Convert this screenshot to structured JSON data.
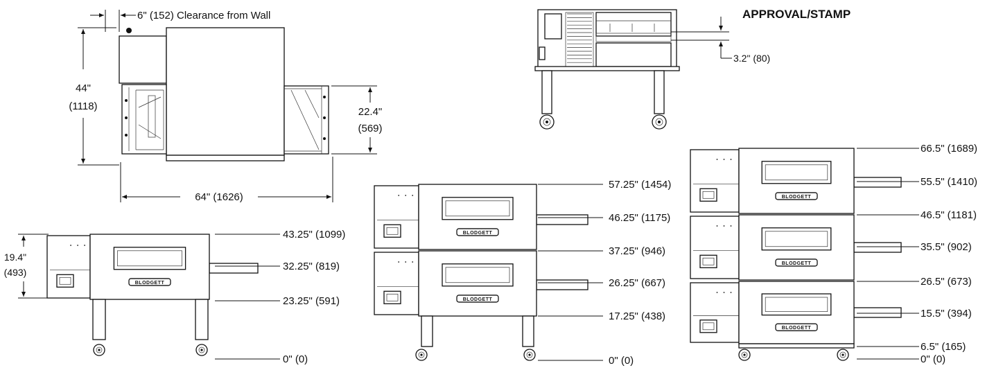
{
  "stamp_label": "APPROVAL/STAMP",
  "clearance": "6\" (152) Clearance from Wall",
  "top_view": {
    "height_in": "44\"",
    "height_mm": "(1118)",
    "belt_in": "22.4\"",
    "belt_mm": "(569)",
    "length": "64\" (1626)"
  },
  "front_view": {
    "belt_gap": "3.2\" (80)"
  },
  "brand": "BLODGETT",
  "single": {
    "side_in": "19.4\"",
    "side_mm": "(493)",
    "marks": [
      "43.25\" (1099)",
      "32.25\" (819)",
      "23.25\" (591)",
      "0\" (0)"
    ]
  },
  "double": {
    "marks": [
      "57.25\" (1454)",
      "46.25\" (1175)",
      "37.25\" (946)",
      "26.25\" (667)",
      "17.25\" (438)",
      "0\" (0)"
    ]
  },
  "triple": {
    "marks": [
      "66.5\" (1689)",
      "55.5\" (1410)",
      "46.5\" (1181)",
      "35.5\" (902)",
      "26.5\" (673)",
      "15.5\" (394)",
      "6.5\" (165)",
      "0\" (0)"
    ]
  }
}
